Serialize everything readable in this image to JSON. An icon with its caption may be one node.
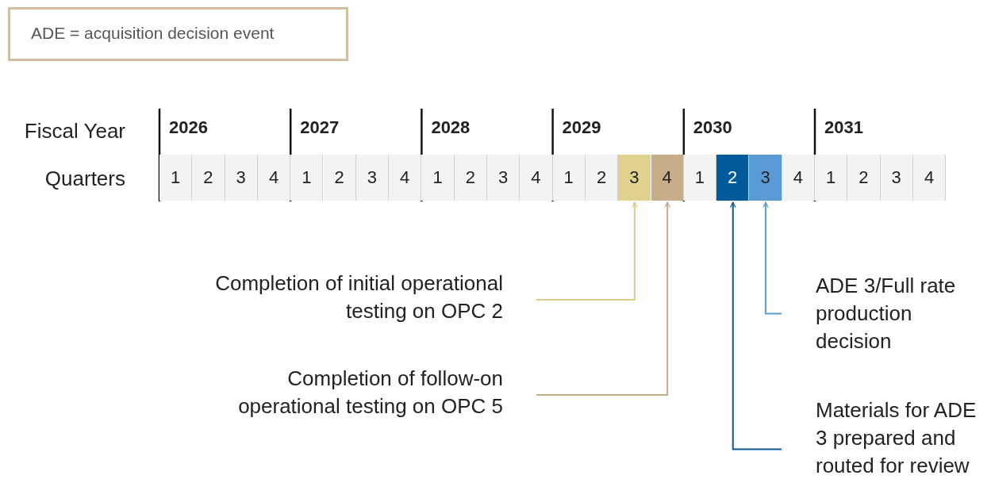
{
  "diagram": {
    "nodes": [
      {
        "text": [
          "ADE = acquisition decision event"
        ]
      },
      {
        "text": [
          "1"
        ]
      },
      {
        "text": [
          "2"
        ]
      },
      {
        "text": [
          "3"
        ]
      },
      {
        "text": [
          "4"
        ]
      },
      {
        "text": [
          "1"
        ]
      },
      {
        "text": [
          "2"
        ]
      },
      {
        "text": [
          "3"
        ]
      },
      {
        "text": [
          "4"
        ]
      },
      {
        "text": [
          "1"
        ]
      },
      {
        "text": [
          "2"
        ]
      },
      {
        "text": [
          "3"
        ]
      },
      {
        "text": [
          "4"
        ]
      },
      {
        "text": [
          "1"
        ]
      },
      {
        "text": [
          "2"
        ]
      },
      {
        "text": [
          "3"
        ]
      },
      {
        "text": [
          "4"
        ]
      },
      {
        "text": [
          "1"
        ]
      },
      {
        "text": [
          "2"
        ]
      },
      {
        "text": [
          "3"
        ]
      },
      {
        "text": [
          "4"
        ]
      },
      {
        "text": [
          "1"
        ]
      },
      {
        "text": [
          "2"
        ]
      },
      {
        "text": [
          "3"
        ]
      },
      {
        "text": [
          "4"
        ]
      },
      {
        "text": [
          "Completion of initial operational testing on OPC 2"
        ]
      },
      {
        "text": [
          "ADE 3/Full rate production decision"
        ]
      },
      {
        "text": [
          "Completion of follow-on operational testing on OPC 5"
        ]
      },
      {
        "text": [
          "Materials for ADE 3 prepared and routed for review"
        ]
      }
    ],
    "edges": [
      {
        "from": 25,
        "to": 15,
        "arrow": "to",
        "color": "#dccb8a"
      },
      {
        "from": 26,
        "to": 19,
        "arrow": "to",
        "color": "#5b9bd5"
      },
      {
        "from": 27,
        "to": 16,
        "arrow": "to",
        "color": "#c6aa85"
      },
      {
        "from": 28,
        "to": 18,
        "arrow": "to",
        "color": "#0b5a96"
      }
    ],
    "labels": [
      "Fiscal Year",
      "2026",
      "2027",
      "2028",
      "2029",
      "2030",
      "2031",
      "Quarters"
    ]
  }
}
